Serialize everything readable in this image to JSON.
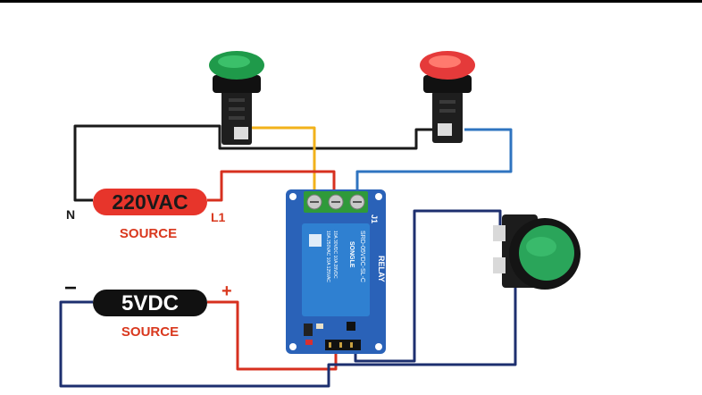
{
  "ac_source": {
    "value": "220VAC",
    "caption": "SOURCE",
    "neutral": "N",
    "line": "L1"
  },
  "dc_source": {
    "value": "5VDC",
    "caption": "SOURCE",
    "minus": "−",
    "plus": "+"
  },
  "relay": {
    "board_label": "RELAY",
    "header_label": "J1",
    "model": "SRD-05VDC-SL-C",
    "brand": "SONGLE",
    "rating_1": "10A 250VAC 10A 125VAC",
    "rating_2": "10A 30VDC 10A 28VDC"
  },
  "colors": {
    "ac_label": "#e7352b",
    "source_caption": "#d9381e",
    "dc_label": "#111111",
    "board": "#2a62b8",
    "relay_cube": "#2f80d1",
    "green_lamp": "#1f9a4a",
    "red_lamp": "#e53a3a",
    "push_button": "#2aa55a",
    "wire_black": "#1a1a1a",
    "wire_red": "#d7301f",
    "wire_yellow": "#f2b21b",
    "wire_blue": "#2f74c0",
    "wire_navy": "#1d2f6f"
  },
  "icons": [
    "green-indicator-lamp-icon",
    "red-indicator-lamp-icon",
    "green-push-button-icon",
    "relay-module-icon"
  ]
}
